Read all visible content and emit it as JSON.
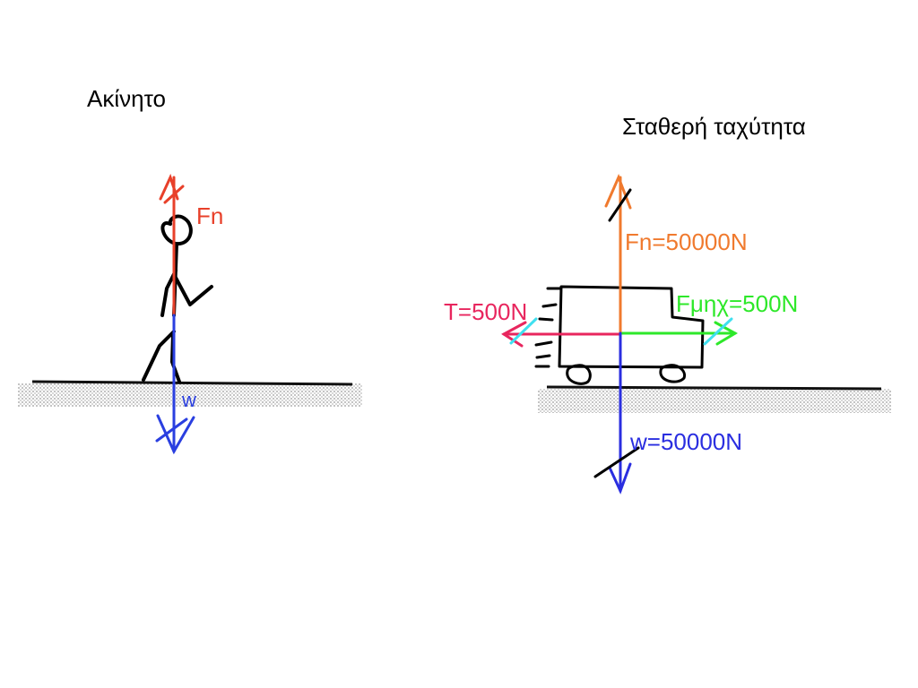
{
  "left_scene": {
    "title": "Ακίνητο",
    "forces": {
      "normal": {
        "label": "Fn",
        "color": "#e8402a"
      },
      "weight": {
        "label": "w",
        "color": "#2a3fe0"
      }
    }
  },
  "right_scene": {
    "title": "Σταθερή ταχύτητα",
    "forces": {
      "normal": {
        "label": "Fn=50000N",
        "color": "#f07a2e"
      },
      "weight": {
        "label": "w=50000N",
        "color": "#2a2ee0"
      },
      "friction": {
        "label": "T=500N",
        "color": "#e8265e"
      },
      "engine": {
        "label": "Fμηχ=500N",
        "color": "#2ee82a"
      }
    },
    "tick_color": "#3fe0f0"
  },
  "ground_color": "#111111",
  "stroke_color": "#000000"
}
